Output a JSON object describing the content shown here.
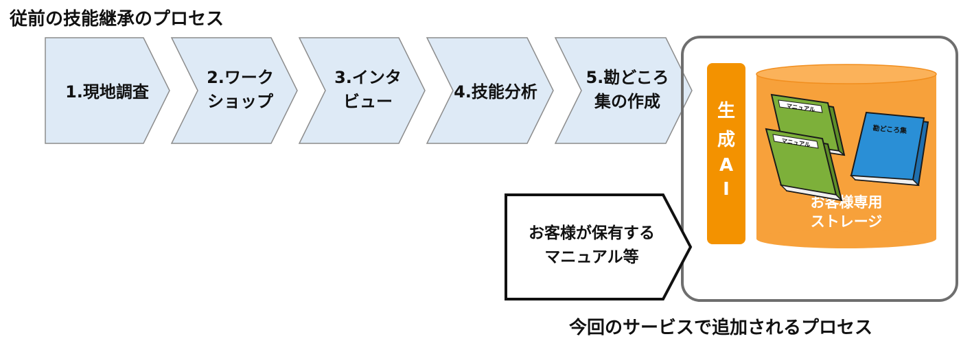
{
  "title": "従前の技能継承のプロセス",
  "steps": [
    {
      "line1": "1.現地調査",
      "line2": ""
    },
    {
      "line1": "2.ワーク",
      "line2": "ショップ"
    },
    {
      "line1": "3.インタ",
      "line2": "ビュー"
    },
    {
      "line1": "4.技能分析",
      "line2": ""
    },
    {
      "line1": "5.勘どころ",
      "line2": "集の作成"
    }
  ],
  "ai_bar": {
    "chars": [
      "生",
      "成",
      "A",
      "I"
    ]
  },
  "storage": {
    "line1": "お客様専用",
    "line2": "ストレージ"
  },
  "books": [
    {
      "label": "マニュアル",
      "color": "#7db03a"
    },
    {
      "label": "マニュアル",
      "color": "#7db03a"
    },
    {
      "label": "勘どころ集",
      "color": "#2a8fd6"
    }
  ],
  "input": {
    "line1": "お客様が保有する",
    "line2": "マニュアル等"
  },
  "caption": "今回のサービスで追加されるプロセス",
  "colors": {
    "step_fill": "#deeaf6",
    "step_stroke": "#8c8c8c",
    "ai_bar": "#f39200",
    "cylinder": "#f7a13b",
    "cylinder_top": "#fbb25a",
    "box_stroke": "#6e6e6e"
  }
}
